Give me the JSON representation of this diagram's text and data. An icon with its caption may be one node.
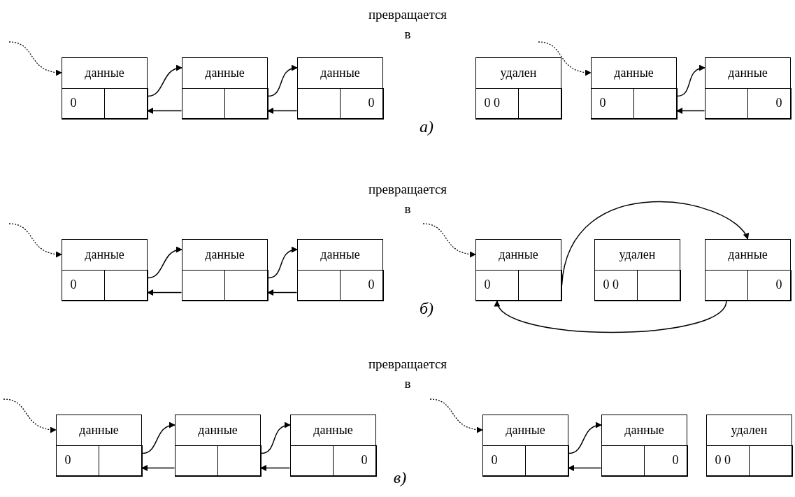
{
  "diagram": {
    "nodes": [
      {
        "text": [
          "данные"
        ]
      },
      {
        "text": [
          "0"
        ],
        "in": 0
      },
      {
        "text": [],
        "shape": "box",
        "in": 0
      },
      {
        "text": [
          "данные"
        ]
      },
      {
        "text": [],
        "shape": "box",
        "in": 3
      },
      {
        "text": [],
        "shape": "box",
        "in": 3
      },
      {
        "text": [
          "данные"
        ]
      },
      {
        "text": [],
        "shape": "box",
        "in": 6
      },
      {
        "text": [
          "0"
        ],
        "in": 6
      },
      {
        "text": [
          "удален"
        ]
      },
      {
        "text": [
          "0 0"
        ],
        "in": 9
      },
      {
        "text": [],
        "shape": "box",
        "in": 9
      },
      {
        "text": [
          "данные"
        ]
      },
      {
        "text": [
          "0"
        ],
        "in": 12
      },
      {
        "text": [],
        "shape": "box",
        "in": 12
      },
      {
        "text": [
          "данные"
        ]
      },
      {
        "text": [],
        "shape": "box",
        "in": 15
      },
      {
        "text": [
          "0"
        ],
        "in": 15
      },
      {
        "text": [
          "данные"
        ]
      },
      {
        "text": [
          "0"
        ],
        "in": 18
      },
      {
        "text": [],
        "shape": "box",
        "in": 18
      },
      {
        "text": [
          "данные"
        ]
      },
      {
        "text": [],
        "shape": "box",
        "in": 21
      },
      {
        "text": [],
        "shape": "box",
        "in": 21
      },
      {
        "text": [
          "данные"
        ]
      },
      {
        "text": [],
        "shape": "box",
        "in": 24
      },
      {
        "text": [
          "0"
        ],
        "in": 24
      },
      {
        "text": [
          "данные"
        ]
      },
      {
        "text": [
          "0"
        ],
        "in": 27
      },
      {
        "text": [],
        "shape": "box",
        "in": 27
      },
      {
        "text": [
          "удален"
        ]
      },
      {
        "text": [
          "0 0"
        ],
        "in": 30
      },
      {
        "text": [],
        "shape": "box",
        "in": 30
      },
      {
        "text": [
          "данные"
        ]
      },
      {
        "text": [],
        "shape": "box",
        "in": 33
      },
      {
        "text": [
          "0"
        ],
        "in": 33
      },
      {
        "text": [
          "данные"
        ]
      },
      {
        "text": [
          "0"
        ],
        "in": 36
      },
      {
        "text": [],
        "shape": "box",
        "in": 36
      },
      {
        "text": [
          "данные"
        ]
      },
      {
        "text": [],
        "shape": "box",
        "in": 39
      },
      {
        "text": [],
        "shape": "box",
        "in": 39
      },
      {
        "text": [
          "данные"
        ]
      },
      {
        "text": [],
        "shape": "box",
        "in": 42
      },
      {
        "text": [
          "0"
        ],
        "in": 42
      },
      {
        "text": [
          "данные"
        ]
      },
      {
        "text": [
          "0"
        ],
        "in": 45
      },
      {
        "text": [],
        "shape": "box",
        "in": 45
      },
      {
        "text": [
          "данные"
        ]
      },
      {
        "text": [],
        "shape": "box",
        "in": 48
      },
      {
        "text": [
          "0"
        ],
        "in": 48
      },
      {
        "text": [
          "удален"
        ]
      },
      {
        "text": [
          "0 0"
        ],
        "in": 51
      },
      {
        "text": [],
        "shape": "box",
        "in": 51
      }
    ],
    "edges": [
      {
        "from": null,
        "to": 0,
        "arrow": "to",
        "style": "dashed"
      },
      {
        "from": 2,
        "to": 3,
        "arrow": "to"
      },
      {
        "from": 4,
        "to": 0,
        "arrow": "to"
      },
      {
        "from": 5,
        "to": 6,
        "arrow": "to"
      },
      {
        "from": 7,
        "to": 3,
        "arrow": "to"
      },
      {
        "from": null,
        "to": 12,
        "arrow": "to",
        "style": "dashed"
      },
      {
        "from": 14,
        "to": 15,
        "arrow": "to"
      },
      {
        "from": 16,
        "to": 12,
        "arrow": "to"
      },
      {
        "from": null,
        "to": 18,
        "arrow": "to",
        "style": "dashed"
      },
      {
        "from": 20,
        "to": 21,
        "arrow": "to"
      },
      {
        "from": 22,
        "to": 18,
        "arrow": "to"
      },
      {
        "from": 23,
        "to": 24,
        "arrow": "to"
      },
      {
        "from": 25,
        "to": 21,
        "arrow": "to"
      },
      {
        "from": null,
        "to": 27,
        "arrow": "to",
        "style": "dashed"
      },
      {
        "from": 29,
        "to": 33,
        "arrow": "to"
      },
      {
        "from": 34,
        "to": 28,
        "arrow": "to"
      },
      {
        "from": null,
        "to": 36,
        "arrow": "to",
        "style": "dashed"
      },
      {
        "from": 38,
        "to": 39,
        "arrow": "to"
      },
      {
        "from": 40,
        "to": 36,
        "arrow": "to"
      },
      {
        "from": 41,
        "to": 42,
        "arrow": "to"
      },
      {
        "from": 43,
        "to": 39,
        "arrow": "to"
      },
      {
        "from": null,
        "to": 45,
        "arrow": "to",
        "style": "dashed"
      },
      {
        "from": 47,
        "to": 48,
        "arrow": "to"
      },
      {
        "from": 49,
        "to": 45,
        "arrow": "to"
      }
    ],
    "labels": [
      "превращается",
      "в",
      "а)",
      "превращается",
      "в",
      "б)",
      "превращается",
      "в",
      "в)"
    ]
  }
}
